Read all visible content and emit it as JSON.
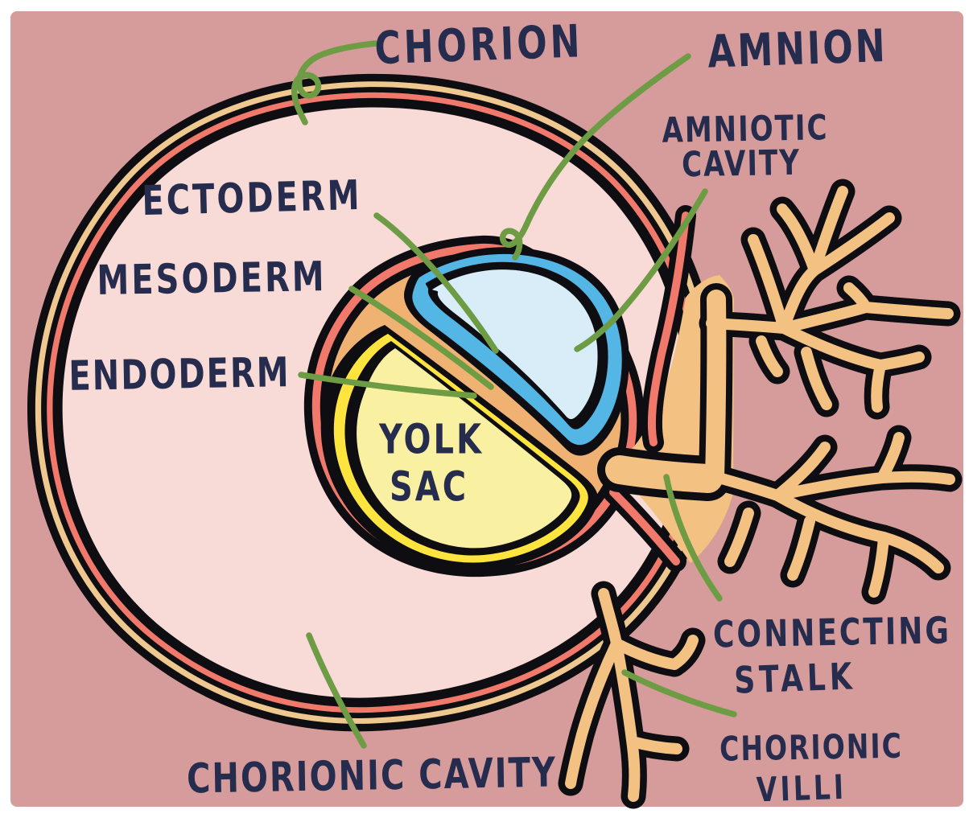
{
  "labels": {
    "chorion": "CHORION",
    "amnion": "AMNION",
    "amniotic_cavity": [
      "AMNIOTIC",
      "CAVITY"
    ],
    "ectoderm": "ECTODERM",
    "mesoderm": "MESODERM",
    "endoderm": "ENDODERM",
    "yolk_sac": [
      "YOLK",
      "SAC"
    ],
    "connecting_stalk": [
      "CONNECTING",
      "STALK"
    ],
    "chorionic_villi": [
      "CHORIONIC",
      "VILLI"
    ],
    "chorionic_cavity": "CHORIONIC CAVITY"
  },
  "colors": {
    "page_background": "#ffffff",
    "canvas_background": "#d59c9b",
    "outline_black": "#0e0e12",
    "chorionic_cavity_fill": "#f8dad6",
    "wall_yellow_stripe": "#eec88e",
    "wall_salmon_stripe": "#f0796b",
    "yolk_sac_ring_yellow": "#ffe33e",
    "yolk_sac_fill": "#f9f0a2",
    "amnion_blue": "#54b6e4",
    "amniotic_cavity_fill": "#d8edf8",
    "mesoderm_orange": "#efb273",
    "villi_orange": "#f3c181",
    "pointer_green": "#6d9c45",
    "label_navy": "#262c4e"
  }
}
